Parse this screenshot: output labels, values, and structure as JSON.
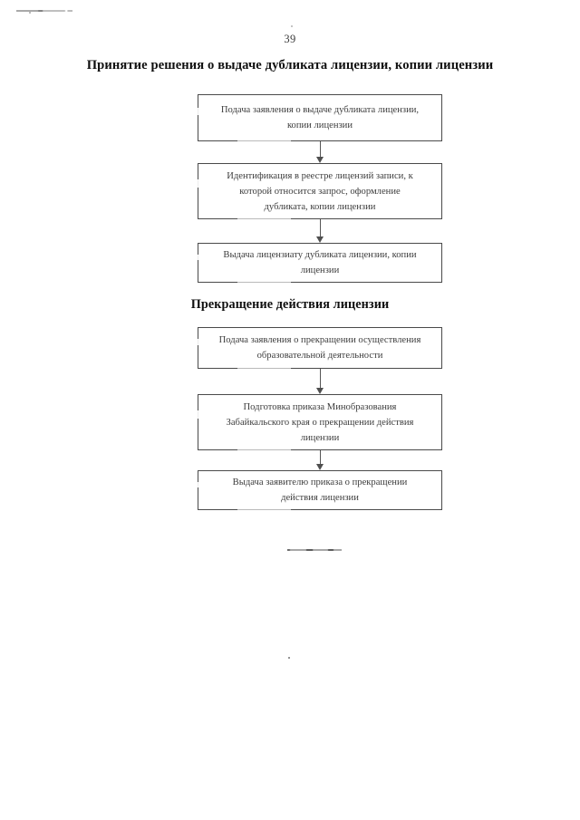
{
  "document": {
    "page_number": "39",
    "sections": [
      {
        "heading": "Принятие решения о выдаче дубликата лицензии, копии лицензии",
        "nodes": [
          "Подача заявления о выдаче дубликата лицензии,\nкопии лицензии",
          "Идентификация в реестре лицензий записи, к\nкоторой относится запрос, оформление\nдубликата, копии лицензии",
          "Выдача лицензиату дубликата лицензии, копии\nлицензии"
        ]
      },
      {
        "heading": "Прекращение действия лицензии",
        "nodes": [
          "Подача заявления о прекращении осуществления\nобразовательной деятельности",
          "Подготовка приказа Минобразования\nЗабайкальского края о прекращении действия\nлицензии",
          "Выдача заявителю приказа о прекращении\nдействия лицензии"
        ]
      }
    ],
    "colors": {
      "text": "#3d3d3d",
      "heading": "#101010",
      "border": "#4a4a4a",
      "arrow": "#4f4f4f",
      "background": "#ffffff"
    }
  }
}
